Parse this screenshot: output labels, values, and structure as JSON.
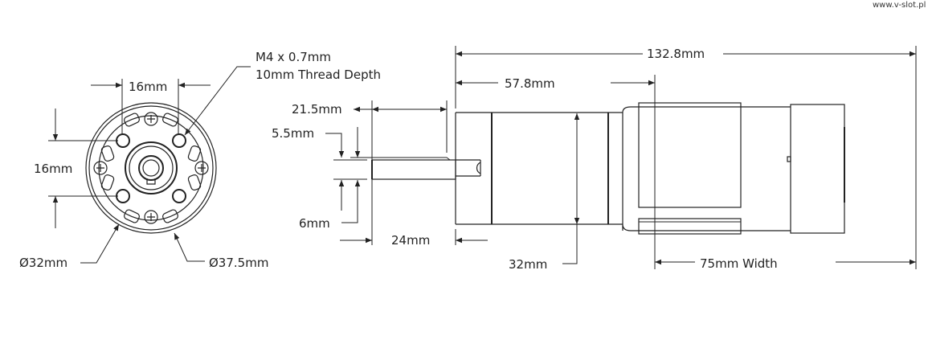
{
  "watermark": "www.v-slot.pl",
  "front_view": {
    "hole_spacing_horizontal": "16mm",
    "hole_spacing_vertical": "16mm",
    "thread_spec_line1": "M4 x 0.7mm",
    "thread_spec_line2": "10mm Thread Depth",
    "pilot_diameter": "Ø32mm",
    "outer_diameter": "Ø37.5mm"
  },
  "side_view": {
    "overall_length": "132.8mm",
    "gearbox_length": "57.8mm",
    "shaft_flat_length": "21.5mm",
    "shaft_flat_depth": "5.5mm",
    "shaft_diameter": "6mm",
    "shaft_length": "24mm",
    "gearbox_diameter": "32mm",
    "motor_width": "75mm Width"
  }
}
